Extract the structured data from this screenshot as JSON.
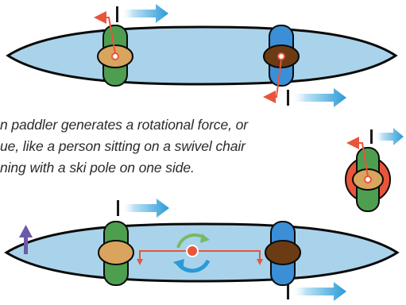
{
  "caption": {
    "line1": "n paddler generates a rotational force, or",
    "line2": "ue, like a person sitting on a swivel chair",
    "line3": "ning with a ski pole on one side."
  },
  "colors": {
    "hull_fill": "#a9d3ea",
    "hull_stroke": "#0a0a0a",
    "seat_green": "#4e9e50",
    "seat_blue": "#3a8fd6",
    "paddler_tan": "#d9a45e",
    "paddler_brown": "#6b3b14",
    "force_red": "#e8553b",
    "stroke_arrow_blue": "#2a9ad8",
    "rotation_green": "#79b964",
    "rotation_blue": "#2a9ad8",
    "lift_purple": "#6c5aa8"
  },
  "icons": {
    "stroke_arrow": "thrust-arrow",
    "force_arrow": "force-arrow",
    "rotation": "rotation-arrows",
    "pivot": "pivot-dot"
  }
}
